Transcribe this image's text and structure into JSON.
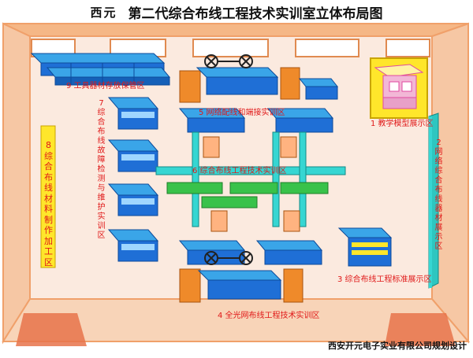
{
  "header": {
    "brand": "西元",
    "title": "第二代综合布线工程技术实训室立体布局图"
  },
  "zones": {
    "z1": "1 教学模型展示区",
    "z2": "2 网络综合布线器材展示区",
    "z3": "3 综合布线工程标准展示区",
    "z4": "4 全光网布线工程技术实训区",
    "z5": "5 网络配线和端接实训区",
    "z6": "6 综合布线工程技术实训区",
    "z7": "7 综合布线故障检测与维护实训区",
    "z8": "8 综合布线材料制作加工区",
    "z9": "9 工具器材存放保管区"
  },
  "footer": "西安开元电子实业有限公司规划设计",
  "colors": {
    "room_wall": "#f4a66c",
    "floor": "#fdf3ec",
    "table_top": "#3aa5e8",
    "table_dark": "#1560b8",
    "cabinet_orange": "#ef8a2a",
    "cabinet_blue": "#1f6fd6",
    "green_panel": "#39c24a",
    "cyan_frame": "#36d6d2",
    "yellow_board": "#ffe62b",
    "label_red": "#e01818"
  }
}
